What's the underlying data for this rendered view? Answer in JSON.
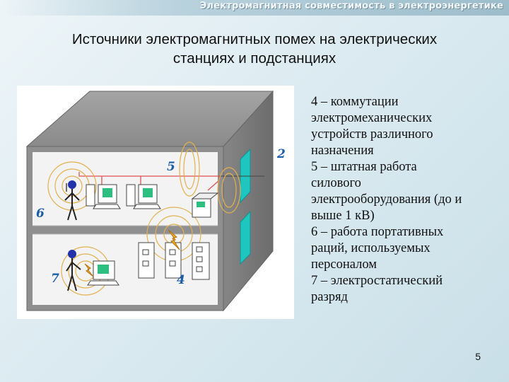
{
  "header": {
    "title": "Электромагнитная совместимость в электроэнергетике"
  },
  "slide": {
    "title_lines": [
      "Источники электромагнитных помех на электрических",
      "станциях и подстанциях"
    ],
    "page_number": "5"
  },
  "diagram": {
    "labels": {
      "l2": "2",
      "l4": "4",
      "l5": "5",
      "l6": "6",
      "l7": "7"
    },
    "colors": {
      "building_top": "#929292",
      "building_side": "#7a7a7a",
      "building_front": "#8d8d8d",
      "room": "#f4f4f4",
      "panel": "#1fc5bf",
      "label": "#1b5ea8",
      "wire": "#e05050",
      "ring": "#e3b050"
    }
  },
  "legend": {
    "items": [
      "4 – коммутации",
      "электромеханических",
      "устройств различного",
      "назначения",
      "5 – штатная работа",
      "силового",
      "электрооборудования (до и",
      "выше 1 кВ)",
      "6 – работа портативных",
      "раций, используемых",
      "персоналом",
      "7 – электростатический",
      "разряд"
    ]
  }
}
